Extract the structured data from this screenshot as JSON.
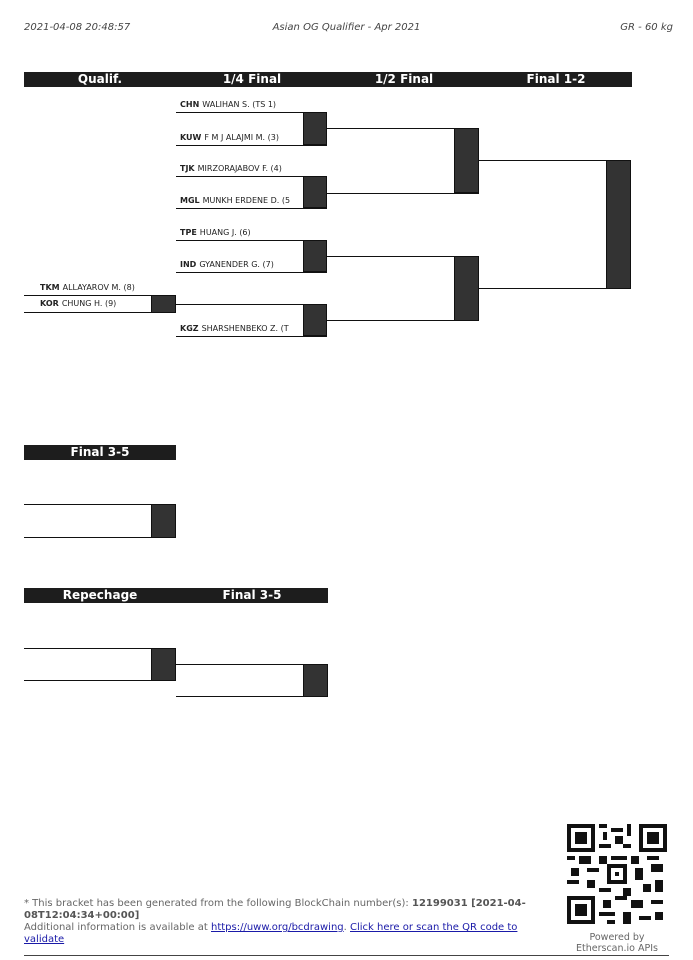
{
  "header": {
    "timestamp": "2021-04-08 20:48:57",
    "event": "Asian OG Qualifier - Apr 2021",
    "category": "GR - 60 kg"
  },
  "main_bracket": {
    "rounds": [
      "Qualif.",
      "1/4 Final",
      "1/2 Final",
      "Final 1-2"
    ],
    "quarter_final": [
      {
        "country": "CHN",
        "name": "WALIHAN S. (TS 1)"
      },
      {
        "country": "KUW",
        "name": "F M J ALAJMI M. (3)"
      },
      {
        "country": "TJK",
        "name": "MIRZORAJABOV F. (4)"
      },
      {
        "country": "MGL",
        "name": "MUNKH ERDENE D. (5"
      },
      {
        "country": "TPE",
        "name": "HUANG J. (6)"
      },
      {
        "country": "IND",
        "name": "GYANENDER G. (7)"
      },
      {
        "country": "KGZ",
        "name": "SHARSHENBEKO Z. (T"
      }
    ],
    "qualification": [
      {
        "country": "TKM",
        "name": "ALLAYAROV M. (8)"
      },
      {
        "country": "KOR",
        "name": "CHUNG H. (9)"
      }
    ]
  },
  "final_3_5_section": {
    "title": "Final 3-5"
  },
  "repechage_section": {
    "rounds": [
      "Repechage",
      "Final 3-5"
    ]
  },
  "footer": {
    "note_prefix": "* This bracket has been generated from the following BlockChain number(s):",
    "blockchain": "12199031 [2021-04-08T12:04:34+00:00]",
    "info_prefix": "Additional information is available at",
    "link1": "https://uww.org/bcdrawing",
    "link2": "Click here or scan the QR code to validate",
    "powered_by": "Powered by Etherscan.io APIs"
  },
  "qr_icon": "qr-code-icon"
}
